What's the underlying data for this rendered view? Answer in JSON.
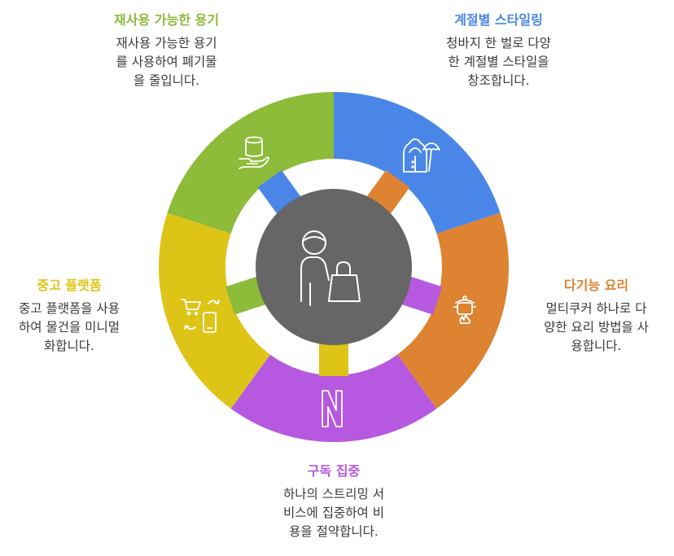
{
  "colors": {
    "blue": "#4a86e8",
    "orange": "#de8332",
    "purple": "#b659e0",
    "yellow": "#dfc418",
    "green": "#8dbb3a",
    "center": "#666666",
    "icon_stroke": "#ffffff"
  },
  "segments": [
    {
      "id": "seasonal-styling",
      "title": "계절별 스타일링",
      "desc": [
        "청바지 한 벌로 다양",
        "한 계절별 스타일을",
        "창조합니다."
      ],
      "color": "#4a86e8",
      "icon": "raincoat-umbrella-icon"
    },
    {
      "id": "multi-cooking",
      "title": "다기능 요리",
      "desc": [
        "멀티쿠커 하나로 다",
        "양한 요리 방법을 사",
        "용합니다."
      ],
      "color": "#de8332",
      "icon": "cooking-pot-icon"
    },
    {
      "id": "subscription",
      "title": "구독 집중",
      "desc": [
        "하나의 스트리밍 서",
        "비스에 집중하여 비",
        "용을 절약합니다."
      ],
      "color": "#b659e0",
      "icon": "netflix-icon"
    },
    {
      "id": "used-platform",
      "title": "중고 플랫폼",
      "desc": [
        "중고 플랫폼을 사용",
        "하여 물건을 미니멀",
        "화합니다."
      ],
      "color": "#dfc418",
      "icon": "cart-phone-exchange-icon"
    },
    {
      "id": "reusable-container",
      "title": "재사용 가능한 용기",
      "desc": [
        "재사용 가능한 용기",
        "를 사용하여 폐기물",
        "을 줄입니다."
      ],
      "color": "#8dbb3a",
      "icon": "cup-on-hand-icon"
    }
  ],
  "center": {
    "icon": "person-shopping-bag-icon"
  }
}
